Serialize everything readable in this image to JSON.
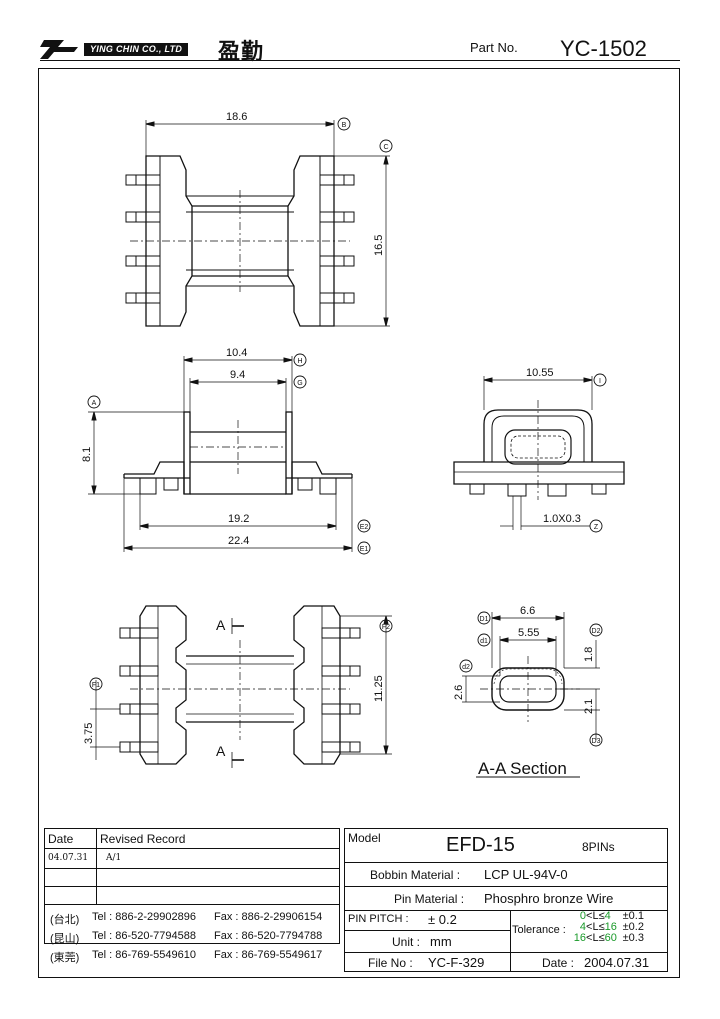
{
  "header": {
    "company_en": "YING CHIN CO., LTD",
    "company_cn": "盈勤",
    "part_no_label": "Part No.",
    "part_no_value": "YC-1502"
  },
  "dimensions": {
    "top_width": "18.6",
    "top_height": "16.5",
    "side_w1": "10.4",
    "side_w2": "9.4",
    "side_h": "8.1",
    "side_base1": "19.2",
    "side_base2": "22.4",
    "end_width": "10.55",
    "end_pin": "1.0X0.3",
    "bottom_height": "11.25",
    "bottom_pitch": "3.75",
    "sec_w1": "6.6",
    "sec_w2": "5.55",
    "sec_h1": "2.6",
    "sec_h2": "1.8",
    "sec_h3": "2.1"
  },
  "markers": {
    "A": "A",
    "B": "B",
    "C": "C",
    "E1": "E1",
    "E2": "E2",
    "F1": "F1",
    "F2": "F2",
    "G": "G",
    "H": "H",
    "I": "I",
    "Z": "Z",
    "D1": "D1",
    "D2": "D2",
    "D3": "D3",
    "d1": "d1",
    "d2": "d2"
  },
  "section_cut_label": "A",
  "section_title": "A-A Section",
  "revision": {
    "col_date": "Date",
    "col_record": "Revised Record",
    "rows": [
      {
        "date": "04.07.31",
        "record": "A/1"
      }
    ]
  },
  "contacts": [
    {
      "region": "(台北)",
      "tel": "Tel : 886-2-29902896",
      "fax": "Fax : 886-2-29906154"
    },
    {
      "region": "(昆山)",
      "tel": "Tel : 86-520-7794588",
      "fax": "Fax : 86-520-7794788"
    },
    {
      "region": "(東莞)",
      "tel": "Tel : 86-769-5549610",
      "fax": "Fax : 86-769-5549617"
    }
  ],
  "spec": {
    "model_label": "Model",
    "model_value": "EFD-15",
    "pins": "8PINs",
    "bobbin_label": "Bobbin  Material :",
    "bobbin_value": "LCP UL-94V-0",
    "pin_label": "Pin  Material :",
    "pin_value": "Phosphro bronze Wire",
    "pitch_label": "PIN  PITCH :",
    "pitch_value": "± 0.2",
    "unit_label": "Unit :",
    "unit_value": "mm",
    "file_label": "File  No :",
    "file_value": "YC-F-329",
    "tolerance_label": "Tolerance :",
    "tol_rows": [
      {
        "range_a": "0",
        "lt": "<",
        "L": "L",
        "le": "≤",
        "range_b": "4",
        "tol": "±0.1"
      },
      {
        "range_a": "4",
        "lt": "<",
        "L": "L",
        "le": "≤",
        "range_b": "16",
        "tol": "±0.2"
      },
      {
        "range_a": "16",
        "lt": "<",
        "L": "L",
        "le": "≤",
        "range_b": "60",
        "tol": "±0.3"
      }
    ],
    "date_label": "Date :",
    "date_value": "2004.07.31"
  },
  "colors": {
    "tolerance_highlight": "#1a9a2a",
    "ink": "#111111"
  }
}
